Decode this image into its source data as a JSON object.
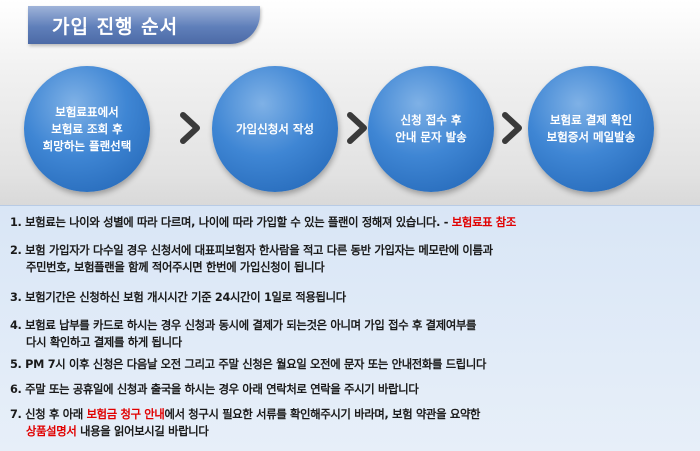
{
  "header": {
    "title": "가입 진행 순서"
  },
  "steps": [
    {
      "label": "보험료표에서\n보험료 조회 후\n희망하는 플랜선택"
    },
    {
      "label": "가입신청서 작성"
    },
    {
      "label": "신청 접수 후\n안내 문자 발송"
    },
    {
      "label": "보험료 결제 확인\n보험증서 메일발송"
    }
  ],
  "notes": {
    "n1": {
      "text": "1. 보험료는 나이와 성별에 따라 다르며, 나이에 따라 가입할 수 있는 플랜이 정해져 있습니다. -",
      "link": "보험료표 참조"
    },
    "n2": {
      "line1": "2. 보험 가입자가 다수일 경우 신청서에 대표피보험자 한사람을 적고 다른 동반 가입자는 메모란에 이름과",
      "line2": "주민번호, 보험플랜을 함께 적어주시면 한번에 가입신청이 됩니다"
    },
    "n3": {
      "text": "3. 보험기간은 신청하신 보험 개시시간 기준 24시간이 1일로 적용됩니다"
    },
    "n4": {
      "line1": "4. 보험료 납부를 카드로 하시는 경우 신청과 동시에 결제가 되는것은 아니며 가입 접수 후 결제여부를",
      "line2": "다시 확인하고 결제를 하게 됩니다"
    },
    "n5": {
      "text": "5. PM 7시 이후 신청은 다음날 오전 그리고 주말 신청은 월요일 오전에 문자 또는 안내전화를 드립니다"
    },
    "n6": {
      "text": "6. 주말 또는 공휴일에 신청과 출국을 하시는 경우 아래 연락처로 연락을 주시기 바랍니다"
    },
    "n7": {
      "pre": "7. 신청 후 아래",
      "link1": "보험금 청구 안내",
      "mid": "에서 청구시 필요한 서류를 확인해주시기 바라며, 보험 약관을 요약한",
      "link2": "상품설명서",
      "post": "내용을 읽어보시길 바랍니다"
    }
  },
  "colors": {
    "accent_blue": "#3f86d4",
    "link_red": "#e10000",
    "tab_blue": "#5f7fba"
  },
  "icons": [
    "chevron-right-icon"
  ]
}
